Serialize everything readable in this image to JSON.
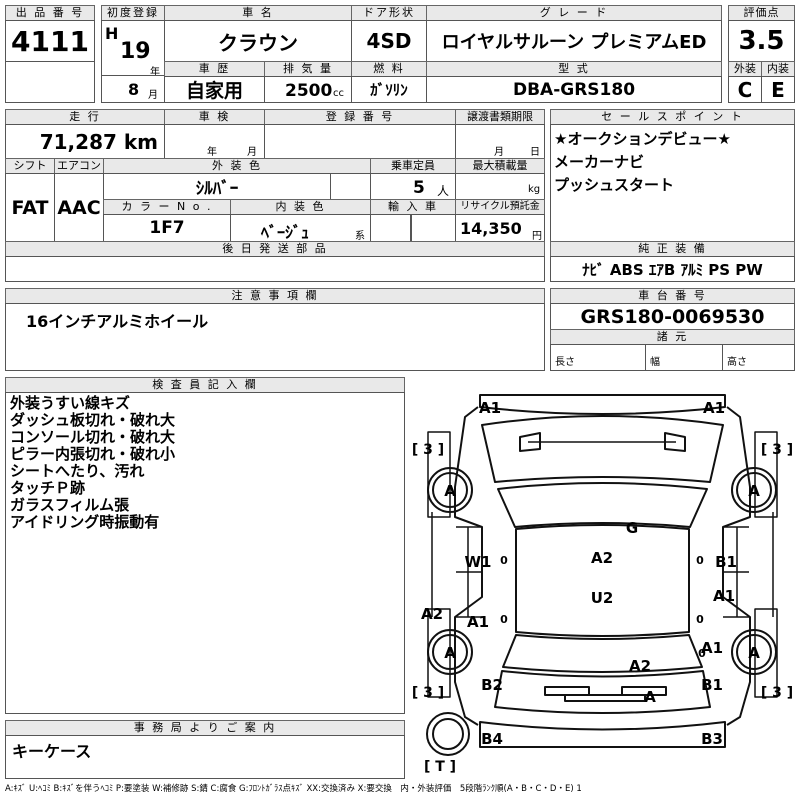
{
  "header": {
    "lot_no_label": "出 品 番 号",
    "lot_no": "4111",
    "first_reg_label": "初度登録",
    "era": "H",
    "year": "19",
    "year_unit": "年",
    "month": "8",
    "month_unit": "月",
    "car_name_label": "車 名",
    "car_name": "クラウン",
    "door_label": "ドア形状",
    "door": "4SD",
    "grade_label": "グ レ ー ド",
    "grade": "ロイヤルサルーン プレミアムED",
    "score_label": "評価点",
    "score": "3.5",
    "history_label": "車 歴",
    "history": "自家用",
    "displacement_label": "排 気 量",
    "displacement": "2500",
    "cc": "cc",
    "fuel_label": "燃 料",
    "fuel": "ｶﾞｿﾘﾝ",
    "model_label": "型 式",
    "model": "DBA-GRS180",
    "ext_grade_label": "外装",
    "ext_grade": "C",
    "int_grade_label": "内装",
    "int_grade": "E"
  },
  "row2": {
    "mileage_label": "走 行",
    "mileage": "71,287 km",
    "inspection_label": "車 検",
    "insp_year_unit": "年",
    "insp_month_unit": "月",
    "reg_no_label": "登 録 番 号",
    "transfer_label": "譲渡書類期限",
    "transfer_month_unit": "月",
    "transfer_day_unit": "日",
    "shift_label": "シフト",
    "shift": "FAT",
    "ac_label": "エアコン",
    "ac": "AAC",
    "ext_color_label": "外 装 色",
    "ext_color": "ｼﾙﾊﾞｰ",
    "capacity_label": "乗車定員",
    "capacity": "5",
    "capacity_unit": "人",
    "max_load_label": "最大積載量",
    "max_load_unit": "kg",
    "color_no_label": "カ ラ ー N o .",
    "color_no": "1F7",
    "int_color_label": "内 装 色",
    "int_color": "ﾍﾞｰｼﾞｭ",
    "int_color_unit": "系",
    "import_label": "輸 入 車",
    "recycle_label": "リサイクル預託金",
    "recycle": "14,350",
    "recycle_unit": "円",
    "later_parts_label": "後 日 発 送 部 品"
  },
  "sales": {
    "label": "セ ー ル ス ポ イ ン ト",
    "items": [
      "★オークションデビュー★",
      "メーカーナビ",
      "プッシュスタート"
    ]
  },
  "genuine": {
    "label": "純 正 装 備",
    "value": "ﾅﾋﾞ ABS ｴｱB ｱﾙﾐ PS PW"
  },
  "notes": {
    "label": "注 意 事 項 欄",
    "value": "16インチアルミホイール"
  },
  "chassis": {
    "label": "車 台 番 号",
    "value": "GRS180-0069530",
    "dims_label": "諸 元",
    "length_label": "長さ",
    "width_label": "幅",
    "height_label": "高さ"
  },
  "inspector": {
    "label": "検 査 員 記 入 欄",
    "items": [
      "外装うすい線キズ",
      "ダッシュ板切れ・破れ大",
      "コンソール切れ・破れ大",
      "ピラー内張切れ・破れ小",
      "シートへたり、汚れ",
      "タッチＰ跡",
      "ガラスフィルム張",
      "アイドリング時振動有"
    ]
  },
  "office": {
    "label": "事 務 局 よ り ご 案 内",
    "value": "キーケース"
  },
  "diagram": {
    "marks": {
      "a1_front_left": "A1",
      "a1_front_right": "A1",
      "tire_lf": "A",
      "tire_rf": "A",
      "tire_lr": "A",
      "tire_rr": "A",
      "g": "G",
      "w1": "W1",
      "b1_right": "B1",
      "a2_center": "A2",
      "u2": "U2",
      "a2_left": "A2",
      "a1_left": "A1",
      "a1_right": "A1",
      "a1_right2": "A1",
      "a2_rear": "A2",
      "b2": "B2",
      "b1_rear": "B1",
      "a_rear": "A",
      "b4": "B4",
      "b3": "B3",
      "zero": "0"
    },
    "tread_lf": "[ 3 ]",
    "tread_rf": "[ 3 ]",
    "tread_lr": "[ 3 ]",
    "tread_rr": "[ 3 ]",
    "tread_t": "[ T ]"
  },
  "legend": "A:ｷｽﾞ U:ﾍｺﾐ B:ｷｽﾞを伴うﾍｺﾐ P:要塗装 W:補修跡 S:錆 C:腐食 G:ﾌﾛﾝﾄｶﾞﾗｽ点ｷｽﾞ XX:交換済み X:要交換　内・外装評価　5段階ﾗﾝｸ順(A・B・C・D・E) 1"
}
